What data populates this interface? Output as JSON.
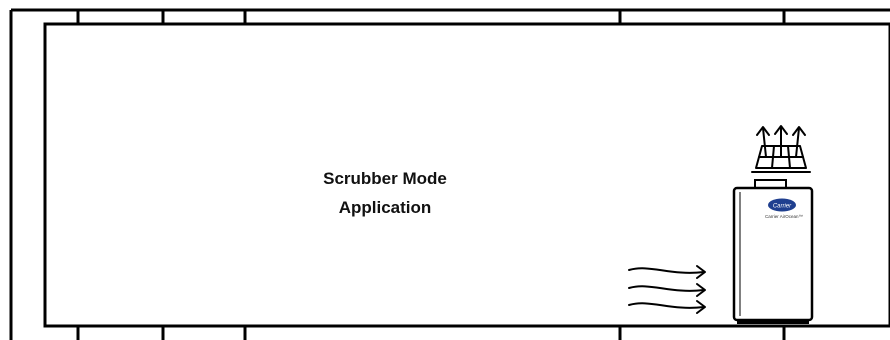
{
  "diagram": {
    "title_line1": "Scrubber Mode",
    "title_line2": "Application",
    "unit": {
      "brand_logo": "Carrier",
      "model_text": "Carrier AirOcean™"
    },
    "icons": {
      "exhaust": "upward-exhaust-arrows-icon",
      "intake": "airflow-intake-arrows-icon"
    },
    "colors": {
      "line": "#000000",
      "logo_blue": "#1f3f8f",
      "unit_fill": "#ffffff"
    }
  }
}
